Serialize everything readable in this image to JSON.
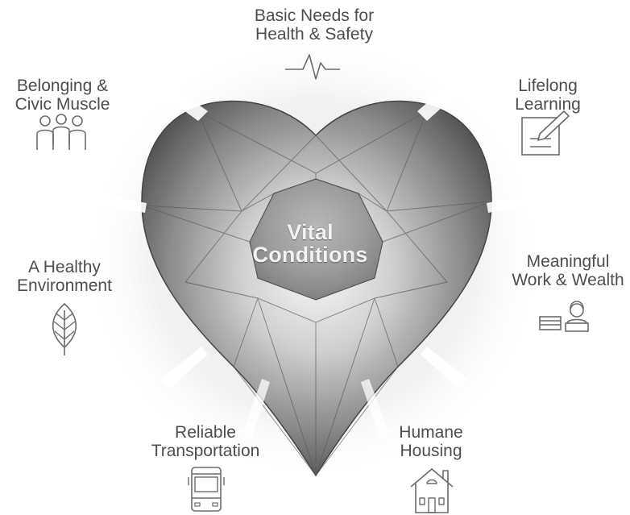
{
  "center": {
    "line1": "Vital",
    "line2": "Conditions"
  },
  "conditions": [
    {
      "line1": "Basic Needs for",
      "line2": "Health & Safety",
      "icon": "heartbeat-pulse-icon"
    },
    {
      "line1": "Lifelong",
      "line2": "Learning",
      "icon": "notepad-pencil-icon"
    },
    {
      "line1": "Meaningful",
      "line2": "Work & Wealth",
      "icon": "worker-at-desk-icon"
    },
    {
      "line1": "Humane",
      "line2": "Housing",
      "icon": "house-icon"
    },
    {
      "line1": "Reliable",
      "line2": "Transportation",
      "icon": "bus-icon"
    },
    {
      "line1": "A Healthy",
      "line2": "Environment",
      "icon": "leaf-icon"
    },
    {
      "line1": "Belonging &",
      "line2": "Civic Muscle",
      "icon": "group-of-people-icon"
    }
  ],
  "colors": {
    "icon_stroke": "#6b6b6b",
    "label_text": "#4d4d4d",
    "heart_dark": "#3c3c3c",
    "heart_light": "#f5f5f5",
    "center_text": "#f2f2f2"
  }
}
